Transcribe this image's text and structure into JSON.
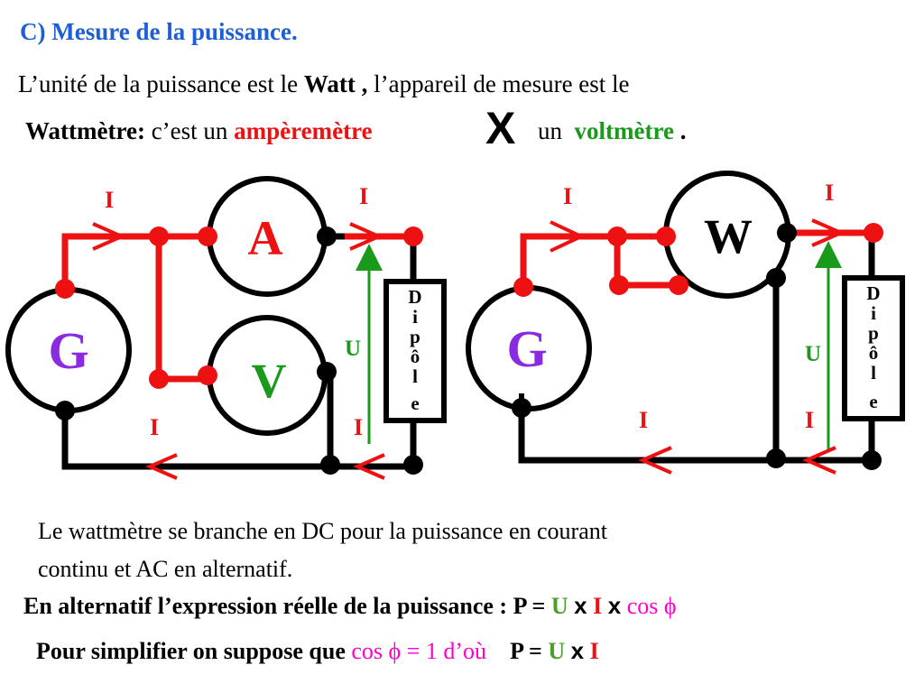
{
  "title": "C) Mesure de la puissance.",
  "intro": {
    "part1": "L’unité de la puissance est le",
    "watt": "Watt ,",
    "part2": "l’appareil  de  mesure  est  le",
    "wattmetre": "Wattmètre:",
    "part3": "c’est un",
    "amperemetre": "ampèremètre",
    "x": "X",
    "part4": "un",
    "voltmetre": "voltmètre",
    "dot": "."
  },
  "circuit_left": {
    "generator": "G",
    "ammeter": "A",
    "voltmeter": "V",
    "current_labels": [
      "I",
      "I",
      "I",
      "I"
    ],
    "voltage_label": "U",
    "dipole_letters": [
      "D",
      "i",
      "p",
      "ô",
      "l",
      "e"
    ]
  },
  "circuit_right": {
    "generator": "G",
    "wattmeter": "W",
    "current_labels": [
      "I",
      "I",
      "I",
      "I"
    ],
    "voltage_label": "U",
    "dipole_letters": [
      "D",
      "i",
      "p",
      "ô",
      "l",
      "e"
    ]
  },
  "paragraph": {
    "line1": "Le wattmètre se branche en DC pour la puissance en courant",
    "line2": "continu et AC en alternatif."
  },
  "formula1": {
    "prefix": "En alternatif l’expression réelle  de la puissance : P =",
    "u": "U",
    "x1": "x",
    "i": "I",
    "x2": "x",
    "cos": "cos ϕ"
  },
  "formula2": {
    "prefix": "Pour simplifier on suppose que",
    "cos": "cos ϕ = 1  d’où",
    "p": "P =",
    "u": "U",
    "x": "x",
    "i": "I"
  },
  "colors": {
    "title": "#1f5fd6",
    "current": "#ee1111",
    "voltage": "#1a9a1a",
    "generator": "#8a2be2",
    "cos": "#ff00cc"
  }
}
